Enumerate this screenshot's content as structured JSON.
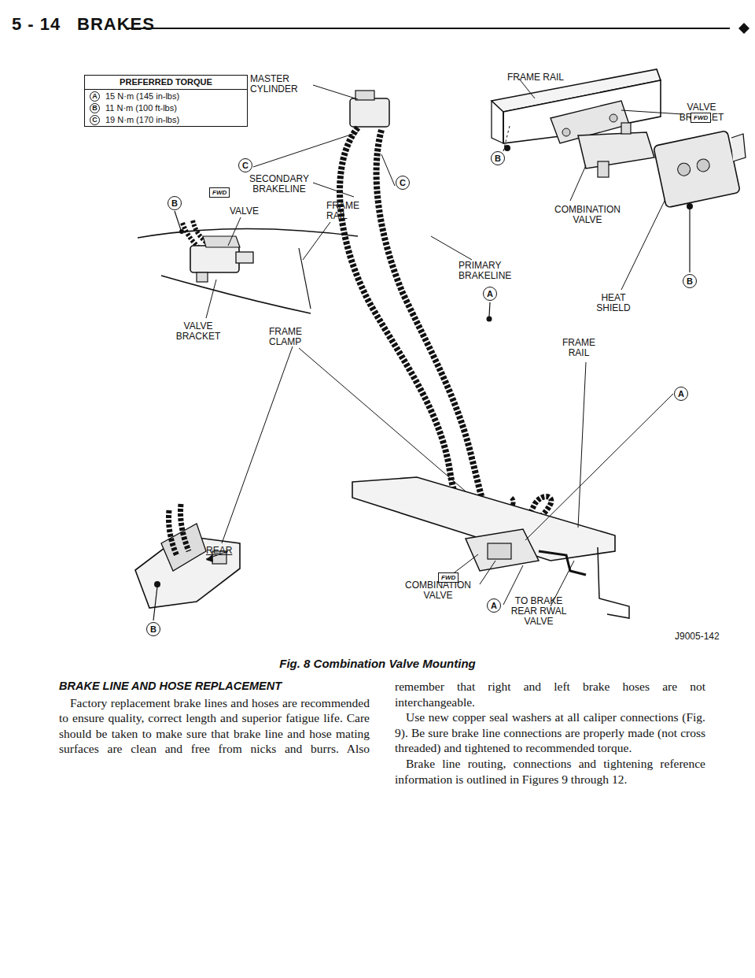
{
  "diagram": {
    "caption": "Fig. 8 Combination Valve Mounting",
    "nodes": [
      {
        "text": [
          "PREFERRED TORQUE",
          "15 N·m (145 in-lbs)",
          "11 N·m (100 ft-lbs)",
          "19 N·m (170 in-lbs)"
        ]
      },
      {
        "text": [
          "A"
        ],
        "in": 0
      },
      {
        "text": [
          "B"
        ],
        "in": 0
      },
      {
        "text": [
          "C"
        ],
        "in": 0
      },
      {
        "text": [
          "B"
        ]
      },
      {
        "text": [
          "C"
        ]
      },
      {
        "text": [
          "C"
        ]
      },
      {
        "text": [
          "B"
        ]
      },
      {
        "text": [
          "B"
        ]
      },
      {
        "text": [
          "A"
        ]
      },
      {
        "text": [
          "A"
        ]
      },
      {
        "text": [
          "A"
        ]
      },
      {
        "text": [
          "B"
        ]
      }
    ],
    "labels": [
      "5 - 14",
      "BRAKES",
      "MASTER CYLINDER",
      "SECONDARY BRAKELINE",
      "VALVE",
      "FRAME RAIL",
      "VALVE BRACKET",
      "FRAME CLAMP",
      "REAR",
      "COMBINATION VALVE",
      "PRIMARY BRAKELINE",
      "FRAME RAIL",
      "VALVE BRACKET",
      "COMBINATION VALVE",
      "HEAT SHIELD",
      "FRAME RAIL",
      "TO BRAKE REAR RWAL VALVE",
      "J9005-142",
      "FWD",
      "FWD",
      "FWD",
      "BRAKE LINE AND HOSE REPLACEMENT",
      "Factory replacement brake lines and hoses are recommended to ensure quality, correct length and superior fatigue life. Care should be taken to make sure that brake line and hose mating surfaces are clean and free from nicks and burrs. Also remember that right and left brake hoses are not interchangeable.",
      "Use new copper seal washers at all caliper connections (Fig. 9). Be sure brake line connections are properly made (not cross threaded) and tightened to recommended torque.",
      "Brake line routing, connections and tightening reference information is outlined in Figures 9 through 12."
    ]
  }
}
